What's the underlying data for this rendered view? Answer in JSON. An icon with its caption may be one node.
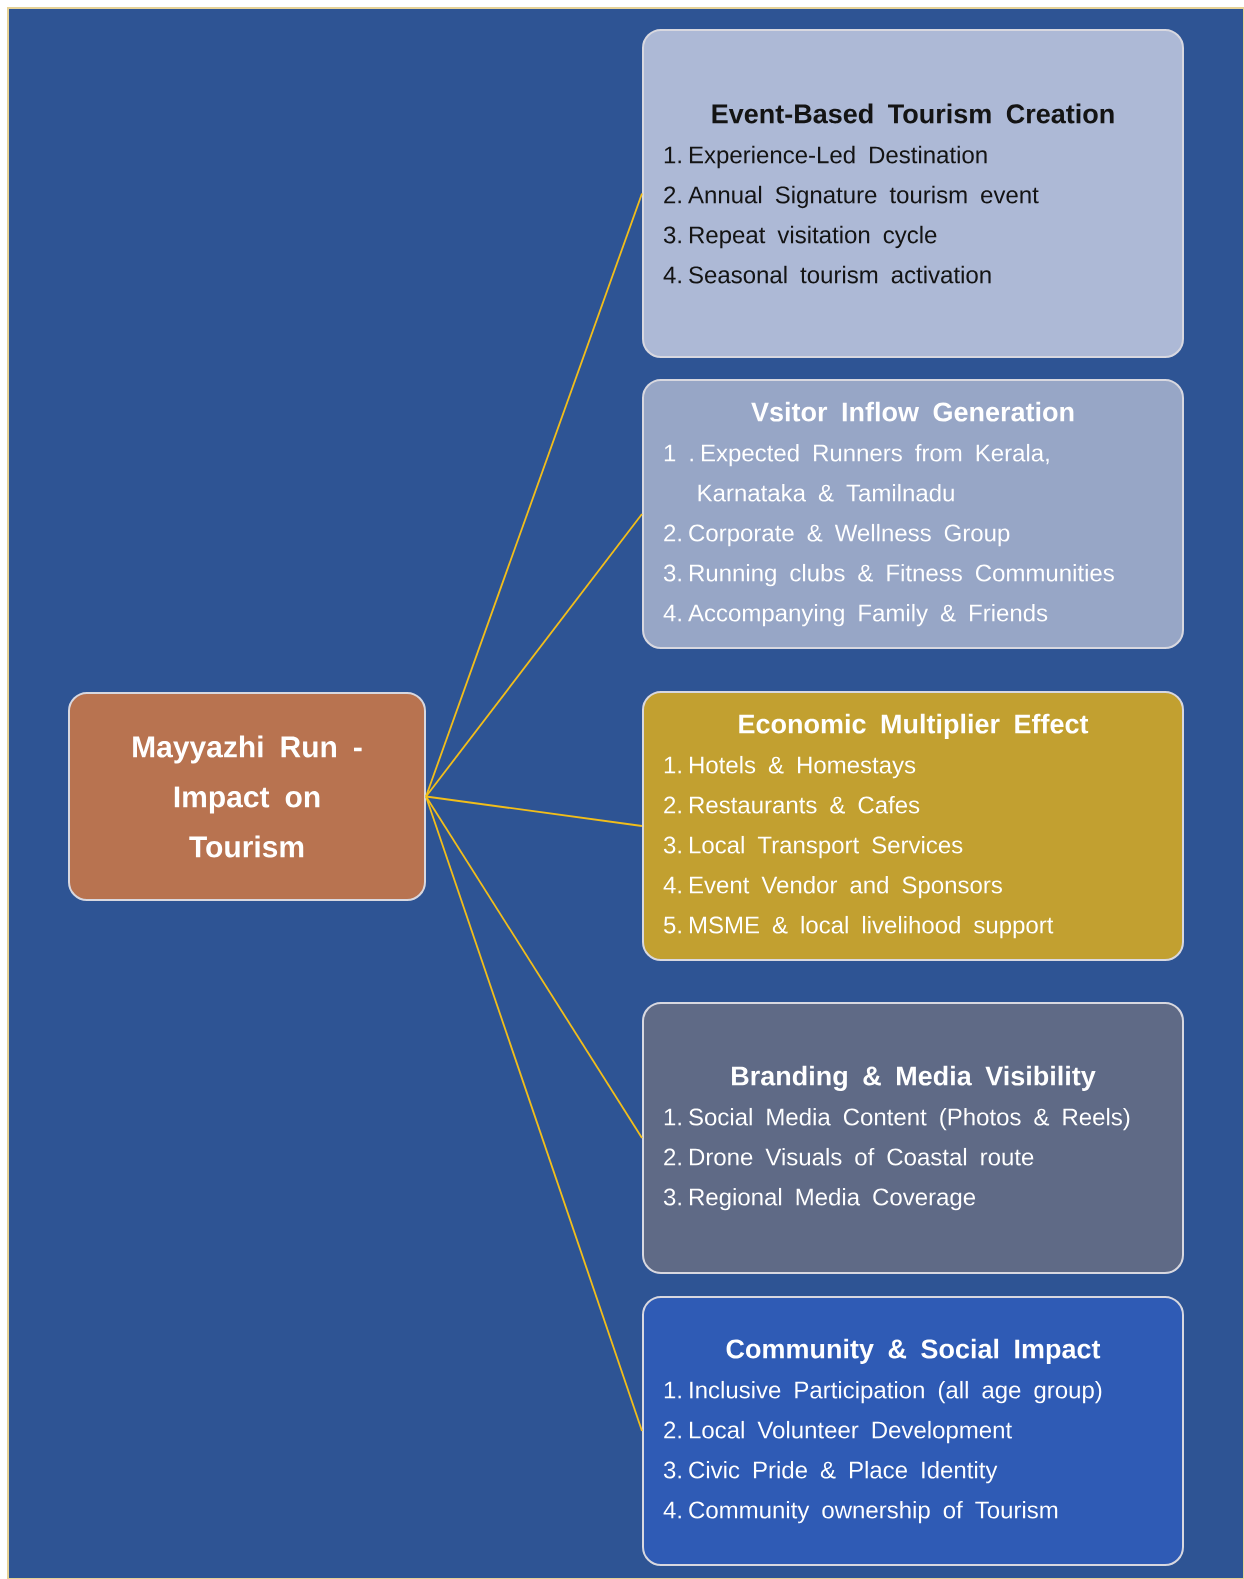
{
  "diagram": {
    "nodes": [
      {
        "text": [
          "Mayyazhi Run - Impact on Tourism"
        ]
      },
      {
        "text": [
          "Event-Based Tourism Creation",
          "1. Experience-Led Destination",
          "2. Annual Signature tourism event",
          "3. Repeat visitation cycle",
          "4. Seasonal tourism activation"
        ]
      },
      {
        "text": [
          "Vsitor Inflow Generation",
          "1 . Expected Runners from Kerala, Karnataka & Tamilnadu",
          "2. Corporate & Wellness Group",
          "3. Running clubs & Fitness Communities",
          "4. Accompanying Family & Friends"
        ]
      },
      {
        "text": [
          "Economic Multiplier Effect",
          "1. Hotels & Homestays",
          "2. Restaurants & Cafes",
          "3. Local Transport Services",
          "4. Event Vendor and Sponsors",
          "5. MSME & local livelihood support"
        ]
      },
      {
        "text": [
          "Branding & Media Visibility",
          "1. Social Media Content (Photos & Reels)",
          "2. Drone Visuals of Coastal route",
          "3. Regional Media Coverage"
        ]
      },
      {
        "text": [
          "Community & Social Impact",
          "1. Inclusive Participation (all age group)",
          "2. Local Volunteer Development",
          "3. Civic Pride & Place Identity",
          "4. Community ownership of Tourism"
        ]
      }
    ],
    "edges": [
      {
        "from": 0,
        "to": 1,
        "arrow": "none"
      },
      {
        "from": 0,
        "to": 2,
        "arrow": "none"
      },
      {
        "from": 0,
        "to": 3,
        "arrow": "none"
      },
      {
        "from": 0,
        "to": 4,
        "arrow": "none"
      },
      {
        "from": 0,
        "to": 5,
        "arrow": "none"
      }
    ]
  }
}
